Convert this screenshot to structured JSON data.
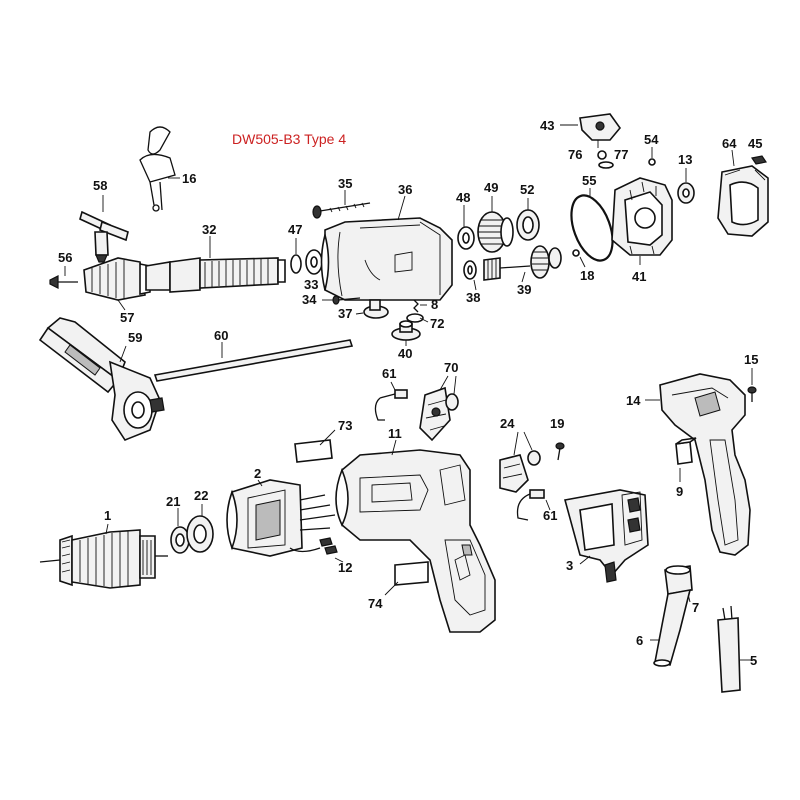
{
  "title": "DW505-B3 Type 4",
  "parts": [
    {
      "id": "43",
      "label": "43"
    },
    {
      "id": "54",
      "label": "54"
    },
    {
      "id": "64",
      "label": "64"
    },
    {
      "id": "45",
      "label": "45"
    },
    {
      "id": "76",
      "label": "76"
    },
    {
      "id": "77",
      "label": "77"
    },
    {
      "id": "13",
      "label": "13"
    },
    {
      "id": "16",
      "label": "16"
    },
    {
      "id": "55",
      "label": "55"
    },
    {
      "id": "58",
      "label": "58"
    },
    {
      "id": "35",
      "label": "35"
    },
    {
      "id": "36",
      "label": "36"
    },
    {
      "id": "48",
      "label": "48"
    },
    {
      "id": "49",
      "label": "49"
    },
    {
      "id": "52",
      "label": "52"
    },
    {
      "id": "32",
      "label": "32"
    },
    {
      "id": "47",
      "label": "47"
    },
    {
      "id": "56",
      "label": "56"
    },
    {
      "id": "33",
      "label": "33"
    },
    {
      "id": "39",
      "label": "39"
    },
    {
      "id": "18",
      "label": "18"
    },
    {
      "id": "41",
      "label": "41"
    },
    {
      "id": "38",
      "label": "38"
    },
    {
      "id": "34",
      "label": "34"
    },
    {
      "id": "8",
      "label": "8"
    },
    {
      "id": "57",
      "label": "57"
    },
    {
      "id": "37",
      "label": "37"
    },
    {
      "id": "72",
      "label": "72"
    },
    {
      "id": "59",
      "label": "59"
    },
    {
      "id": "60",
      "label": "60"
    },
    {
      "id": "40",
      "label": "40"
    },
    {
      "id": "15",
      "label": "15"
    },
    {
      "id": "70",
      "label": "70"
    },
    {
      "id": "61a",
      "label": "61"
    },
    {
      "id": "14",
      "label": "14"
    },
    {
      "id": "73",
      "label": "73"
    },
    {
      "id": "11",
      "label": "11"
    },
    {
      "id": "24",
      "label": "24"
    },
    {
      "id": "19",
      "label": "19"
    },
    {
      "id": "9",
      "label": "9"
    },
    {
      "id": "2",
      "label": "2"
    },
    {
      "id": "1",
      "label": "1"
    },
    {
      "id": "21",
      "label": "21"
    },
    {
      "id": "22",
      "label": "22"
    },
    {
      "id": "61b",
      "label": "61"
    },
    {
      "id": "3",
      "label": "3"
    },
    {
      "id": "12",
      "label": "12"
    },
    {
      "id": "74",
      "label": "74"
    },
    {
      "id": "7",
      "label": "7"
    },
    {
      "id": "6",
      "label": "6"
    },
    {
      "id": "5",
      "label": "5"
    }
  ]
}
